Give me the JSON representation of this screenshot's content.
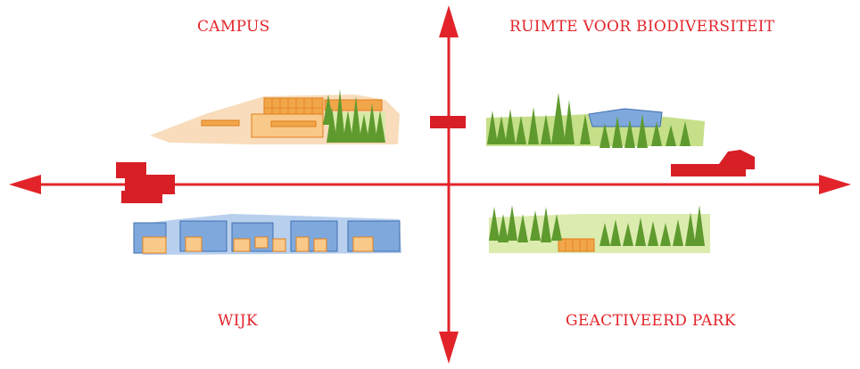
{
  "quadrants": {
    "top_left": "CAMPUS",
    "top_right": "RUIMTE VOOR BIODIVERSITEIT",
    "bottom_left": "WIJK",
    "bottom_right": "GEACTIVEERD PARK"
  },
  "colors": {
    "axis": "#e2242a",
    "campus_ground": "#f8dcbc",
    "building_orange": "#f2a64a",
    "building_blue": "#7fa9dd",
    "park_ground": "#c6e08a",
    "tree_green": "#5f9a2e",
    "red_block": "#d81f26"
  },
  "icons": [
    "arrow-left-icon",
    "arrow-right-icon",
    "arrow-up-icon",
    "arrow-down-icon"
  ]
}
